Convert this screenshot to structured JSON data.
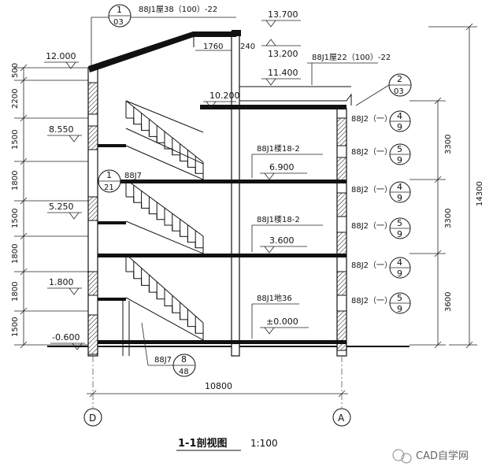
{
  "title": "1-1剖视图",
  "scale": "1:100",
  "watermark": "CAD自学网",
  "grid_axes": {
    "left": "D",
    "right": "A"
  },
  "dims_left": [
    "500",
    "2200",
    "1500",
    "1800",
    "1500",
    "1800",
    "1800",
    "1500"
  ],
  "elevations_left": [
    "12.000",
    "8.550",
    "5.250",
    "1.800",
    "-0.600"
  ],
  "elevations_center": {
    "e1": "13.700",
    "e2": "13.200",
    "e3": "11.400",
    "e4": "10.200",
    "e5": "6.900",
    "e6": "3.600",
    "e7": "±0.000"
  },
  "dims_right": [
    "3300",
    "3300",
    "3600"
  ],
  "dim_total_height": "14300",
  "dim_width": "10800",
  "dim_small": {
    "a": "1760",
    "b": "240"
  },
  "notes": {
    "roof1": "88J1屋38（100）-22",
    "roof2": "88J1屋22（100）-22",
    "floor1": "88J1楼18-2",
    "floor2": "88J1楼18-2",
    "ground": "88J1地36",
    "stair_a": "88J7",
    "stair_b": "88J7"
  },
  "detail_refs": {
    "top": {
      "num": "1",
      "sheet": "03"
    },
    "eave": {
      "num": "2",
      "sheet": "03"
    },
    "stair_mid": {
      "num": "1",
      "sheet": "21"
    },
    "stair_bottom": {
      "num": "8",
      "sheet": "48"
    }
  },
  "wall_refs": [
    {
      "code": "88J2（一）",
      "num": "4",
      "sheet": "9"
    },
    {
      "code": "88J2（一）",
      "num": "5",
      "sheet": "9"
    },
    {
      "code": "88J2（一）",
      "num": "4",
      "sheet": "9"
    },
    {
      "code": "88J2（一）",
      "num": "5",
      "sheet": "9"
    },
    {
      "code": "88J2（一）",
      "num": "4",
      "sheet": "9"
    },
    {
      "code": "88J2（一）",
      "num": "5",
      "sheet": "9"
    }
  ]
}
